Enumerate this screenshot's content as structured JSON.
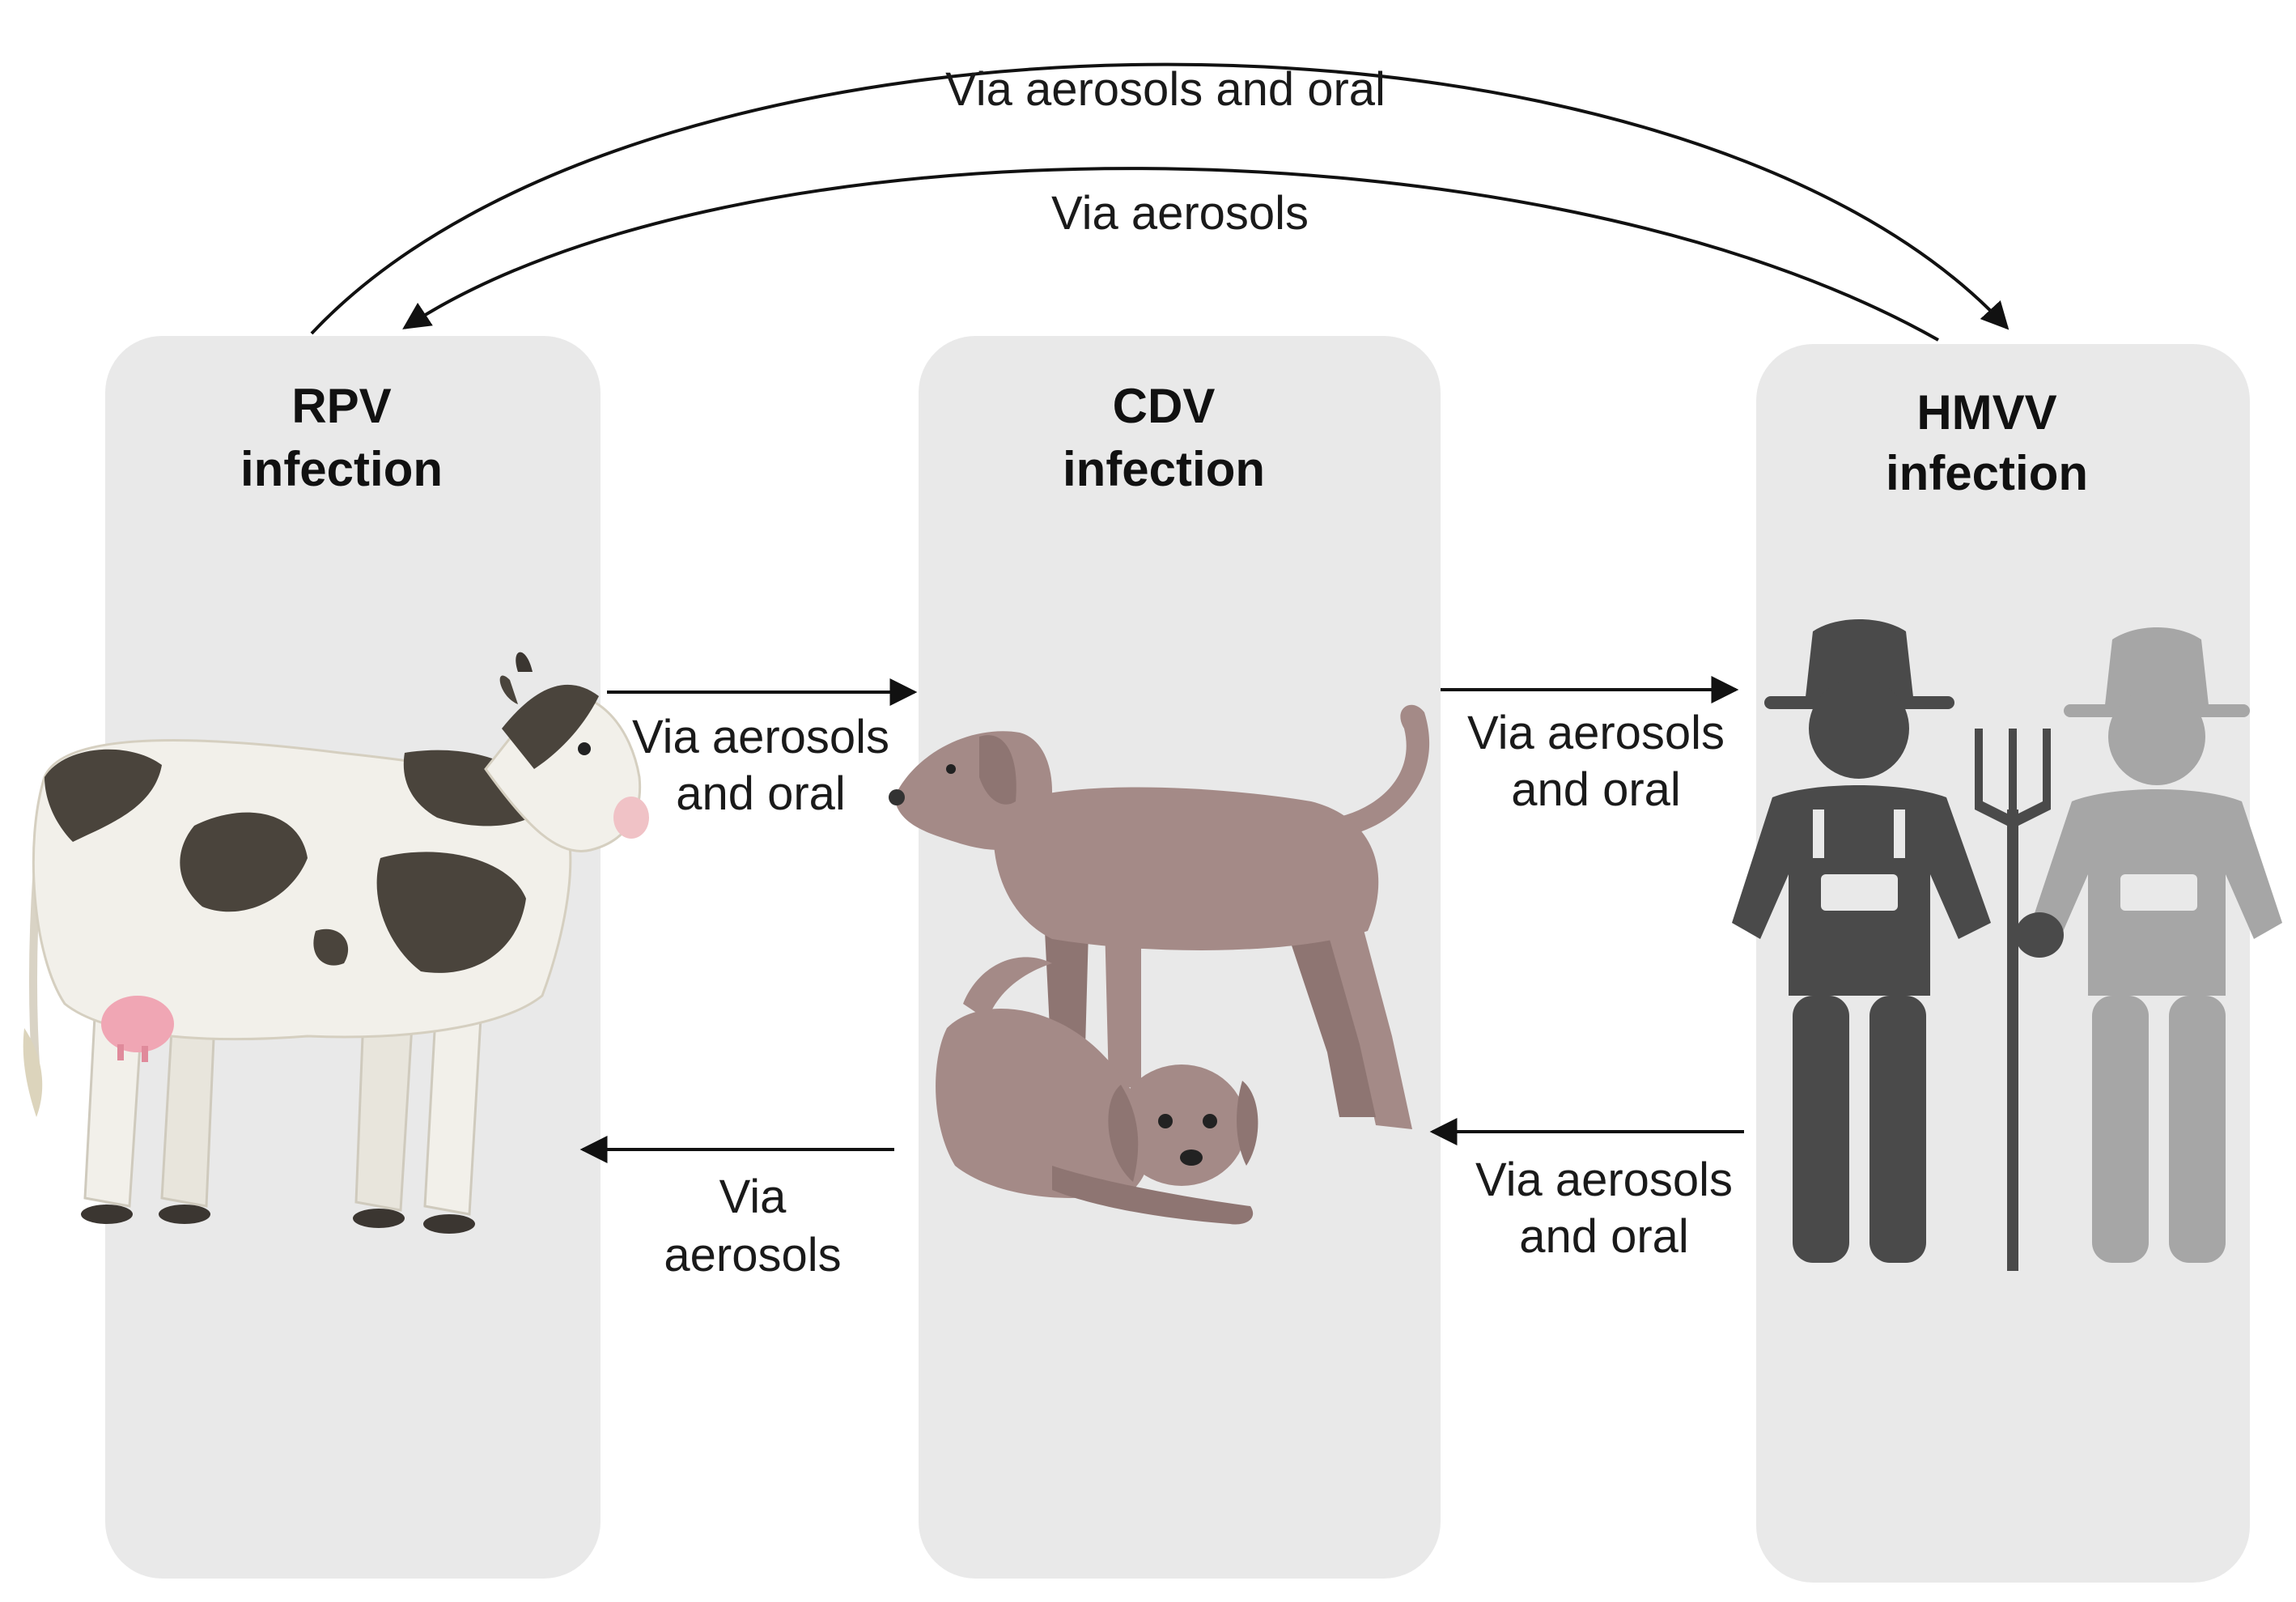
{
  "panels": [
    {
      "id": "rpv",
      "title_line1": "RPV",
      "title_line2": "infection",
      "host": "cow"
    },
    {
      "id": "cdv",
      "title_line1": "CDV",
      "title_line2": "infection",
      "host": "dogs"
    },
    {
      "id": "hmvv",
      "title_line1": "HMVV",
      "title_line2": "infection",
      "host": "farmers"
    }
  ],
  "edges": {
    "rpv_to_hmvv_line1": "Via aerosols and oral",
    "hmvv_to_rpv_line1": "Via aerosols",
    "rpv_to_cdv_line1": "Via aerosols",
    "rpv_to_cdv_line2": "and oral",
    "cdv_to_hmvv_line1": "Via aerosols",
    "cdv_to_hmvv_line2": "and oral",
    "cdv_to_rpv_line1": "Via",
    "cdv_to_rpv_line2": "aerosols",
    "hmvv_to_cdv_line1": "Via aerosols",
    "hmvv_to_cdv_line2": "and oral"
  },
  "colors": {
    "panel_fill": "#e9e9e9",
    "arrow": "#111111",
    "cow_body": "#f2f0ea",
    "cow_spot": "#4a443c",
    "cow_udder": "#f0a6b4",
    "dog": "#a48a87",
    "dog_shade": "#8e7572",
    "farmer_dark": "#4a4a4a",
    "farmer_light": "#a6a6a6"
  }
}
